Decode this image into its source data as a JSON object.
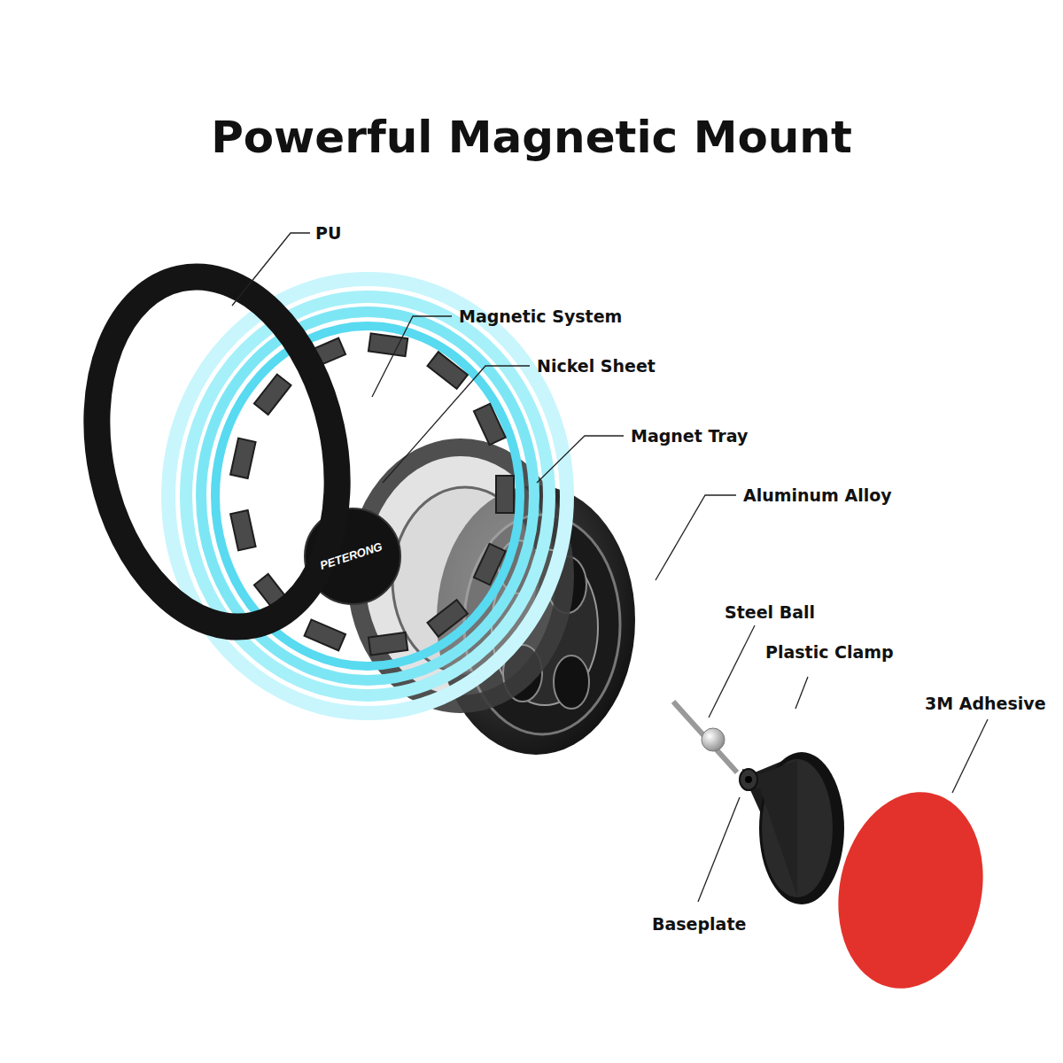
{
  "diagram": {
    "title": "Powerful Magnetic Mount",
    "labels": [
      "PU",
      "Magnetic System",
      "Nickel Sheet",
      "Magnet Tray",
      "Aluminum Alloy",
      "Steel Ball",
      "Plastic Clamp",
      "3M Adhesive",
      "Baseplate",
      "PETERONG"
    ]
  }
}
